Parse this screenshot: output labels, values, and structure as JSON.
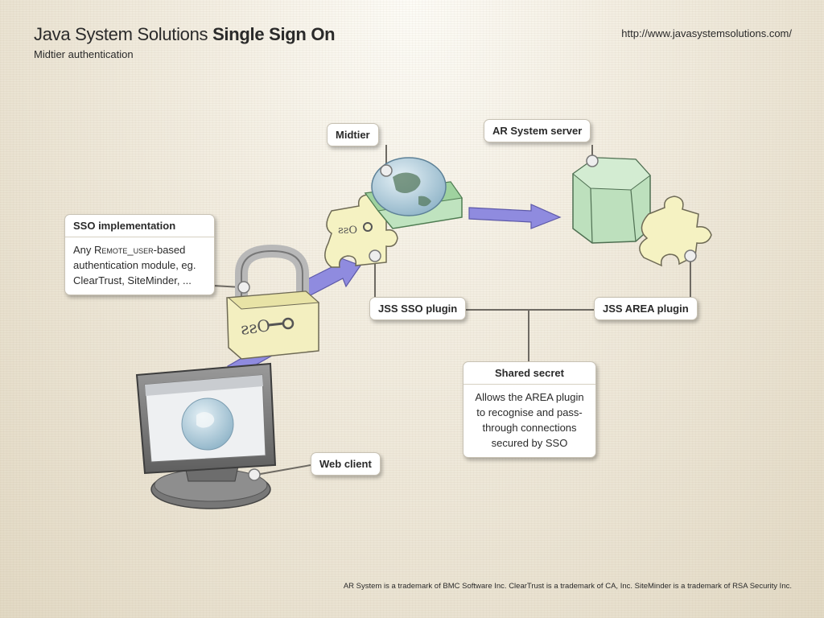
{
  "header": {
    "title_light": "Java System Solutions",
    "title_bold": "Single Sign On",
    "subtitle": "Midtier authentication",
    "url": "http://www.javasystemsolutions.com/"
  },
  "labels": {
    "midtier": "Midtier",
    "ar_server": "AR System server",
    "sso_impl": {
      "title": "SSO implementation",
      "body_prefix": "Any ",
      "body_smallcaps": "Remote_user",
      "body_suffix": "-based authentication module, eg. ClearTrust, SiteMinder, ..."
    },
    "jss_sso_plugin": "JSS SSO plugin",
    "jss_area_plugin": "JSS AREA plugin",
    "shared_secret": {
      "title": "Shared secret",
      "body": "Allows the AREA plugin to recognise and pass-through connections secured by SSO"
    },
    "web_client": "Web client"
  },
  "icons": [
    "monitor-icon",
    "padlock-icon",
    "puzzle-piece-icon",
    "globe-icon",
    "hexagon-server-icon",
    "arrow-icon"
  ],
  "colors": {
    "arrow": "#8f8bdf",
    "puzzle": "#f5f2c2",
    "padlock": "#f3efc0",
    "server": "#b9dcb8",
    "globe": "#9cc1d6",
    "connector": "#6e6a63"
  },
  "footer": "AR System is a trademark of BMC Software Inc. ClearTrust is a trademark of CA, Inc. SiteMinder is a trademark of RSA Security Inc."
}
